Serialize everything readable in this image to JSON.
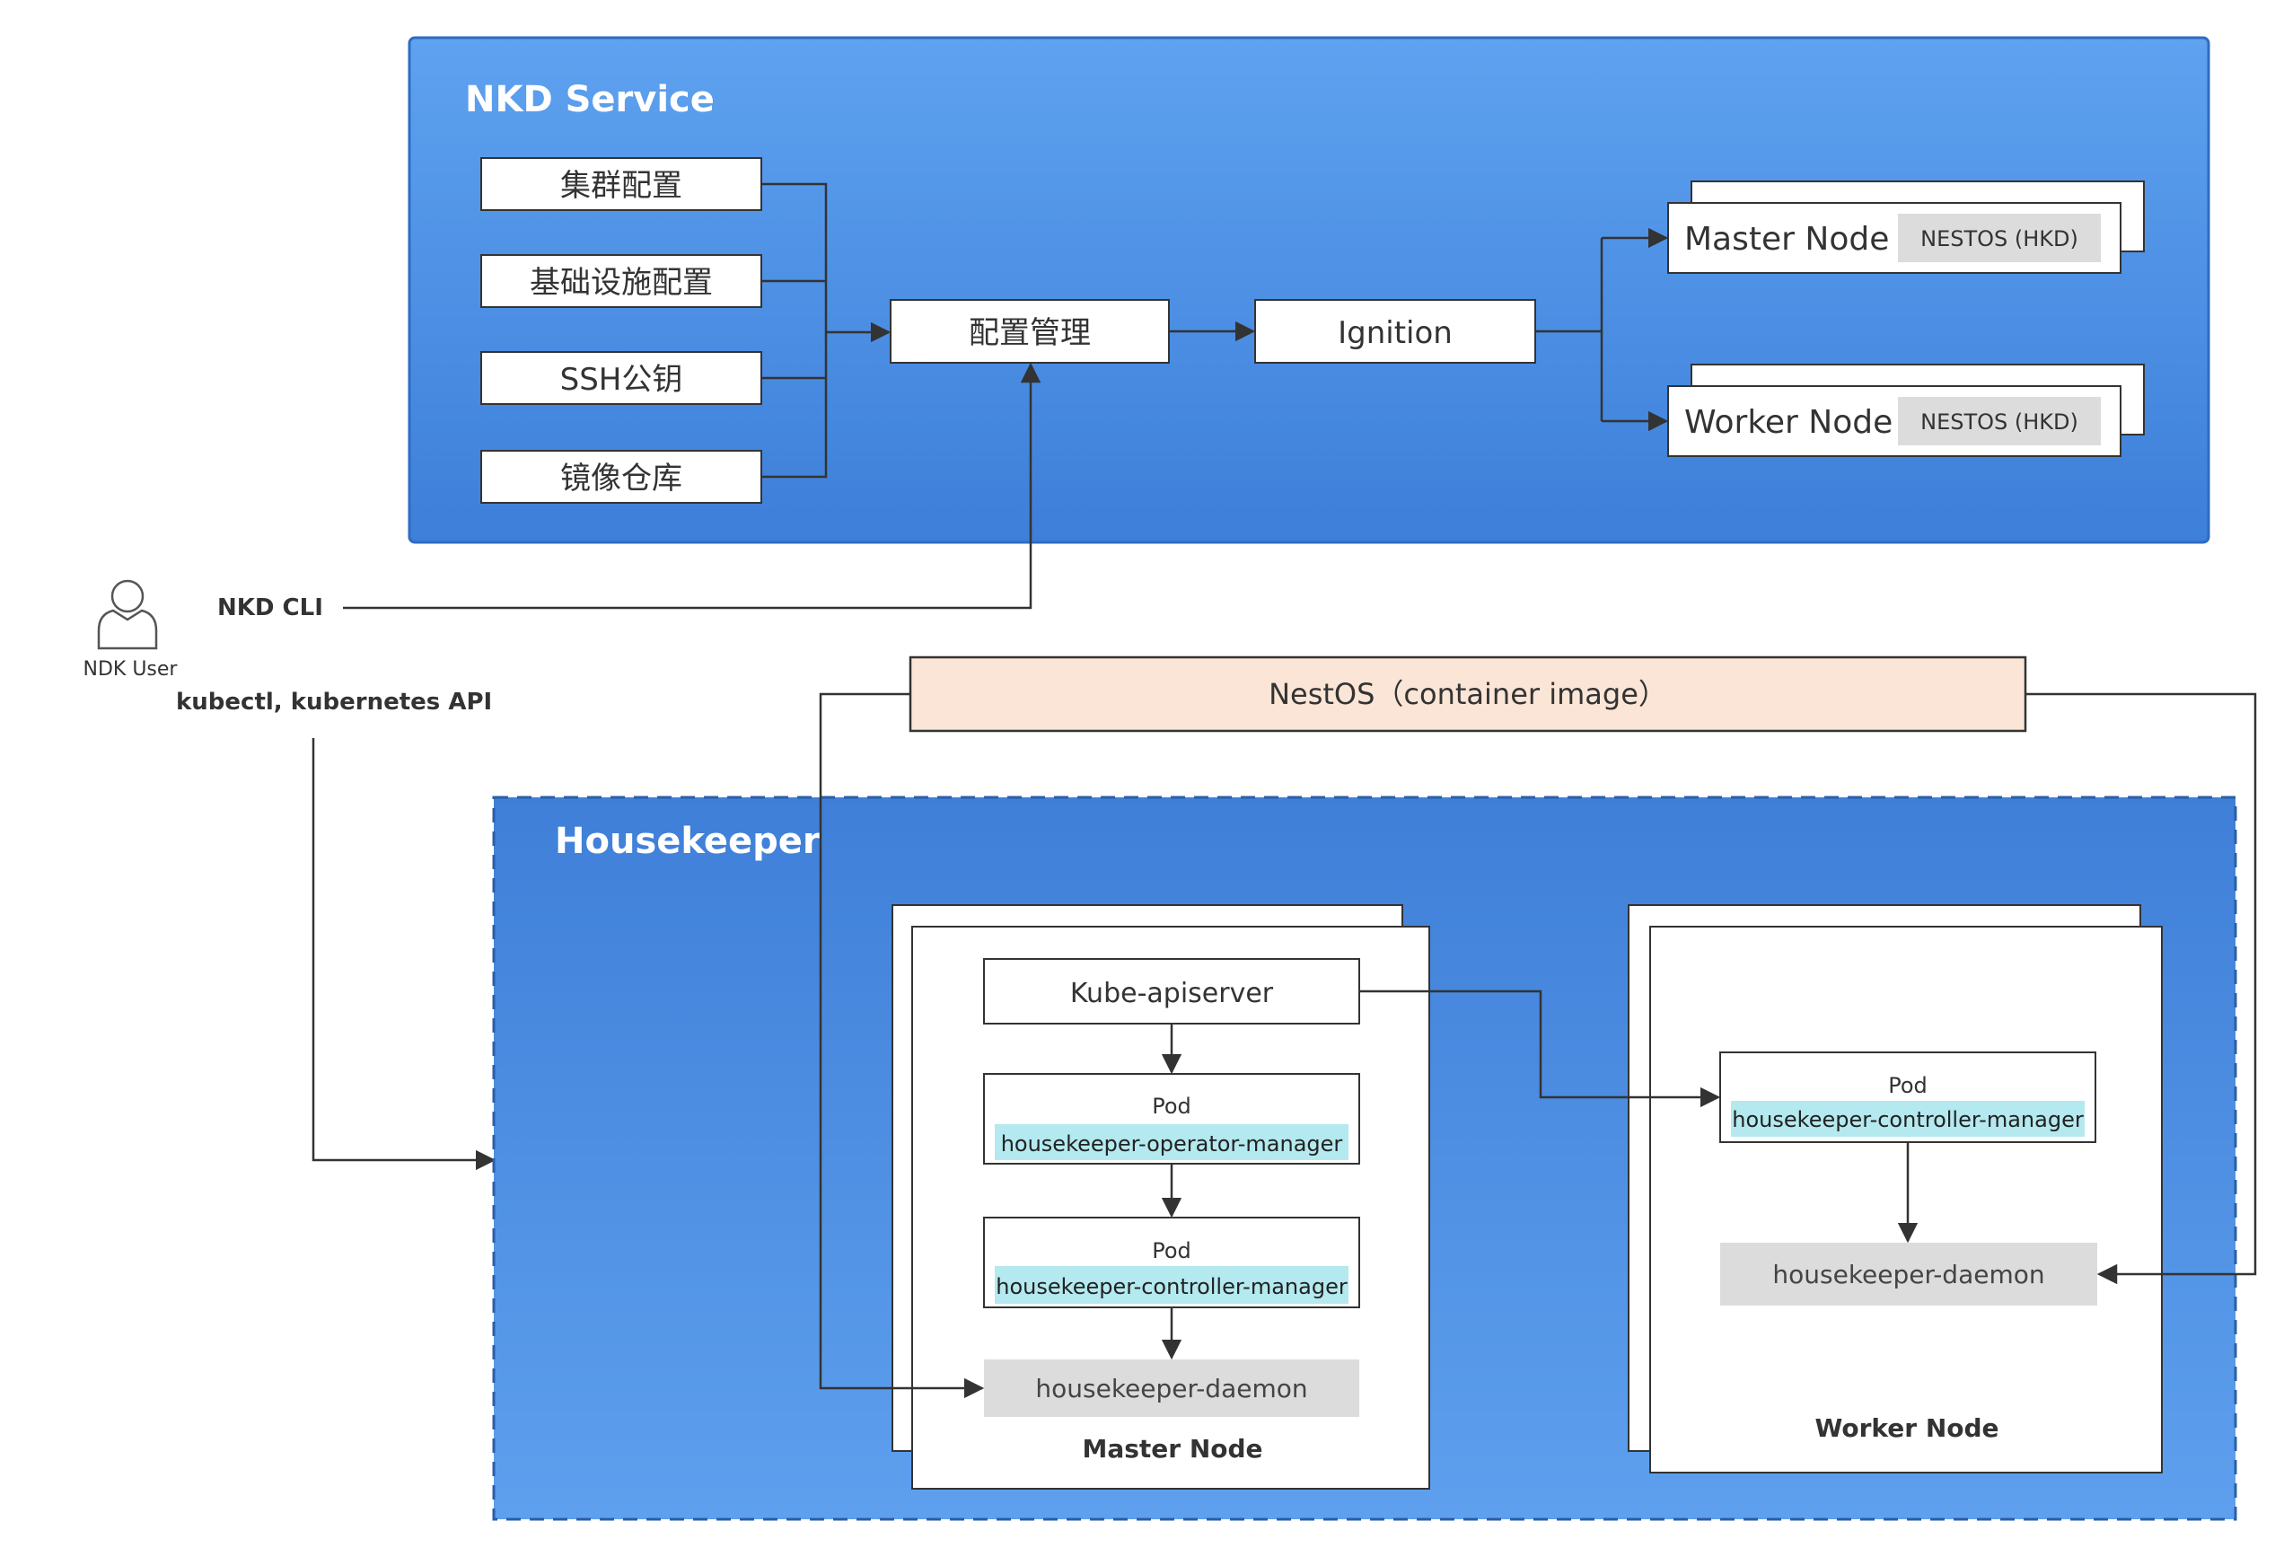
{
  "nkd_service": {
    "title": "NKD Service",
    "inputs": [
      "集群配置",
      "基础设施配置",
      "SSH公钥",
      "镜像仓库"
    ],
    "config_manager": "配置管理",
    "ignition": "Ignition",
    "master_node": {
      "label": "Master Node",
      "badge": "NESTOS (HKD)"
    },
    "worker_node": {
      "label": "Worker Node",
      "badge": "NESTOS (HKD)"
    }
  },
  "user": {
    "name": "NDK User",
    "cli_label": "NKD CLI",
    "api_label": "kubectl, kubernetes API"
  },
  "nestos_image": "NestOS（container image）",
  "housekeeper": {
    "title": "Housekeeper",
    "master": {
      "apiserver": "Kube-apiserver",
      "pod1": {
        "label": "Pod",
        "name": "housekeeper-operator-manager"
      },
      "pod2": {
        "label": "Pod",
        "name": "housekeeper-controller-manager"
      },
      "daemon": "housekeeper-daemon",
      "title": "Master Node"
    },
    "worker": {
      "pod": {
        "label": "Pod",
        "name": "housekeeper-controller-manager"
      },
      "daemon": "housekeeper-daemon",
      "title": "Worker Node"
    }
  },
  "colors": {
    "nkd_fill_top": "#5ea2f0",
    "nkd_fill_bottom": "#3d7fd9",
    "housekeeper_fill_top": "#3f7fd8",
    "housekeeper_fill_bottom": "#5ea0ee",
    "cyan_badge": "#b3e9ef",
    "grey_box": "#dcdcdc",
    "nestos_fill": "#fbe5d6"
  }
}
